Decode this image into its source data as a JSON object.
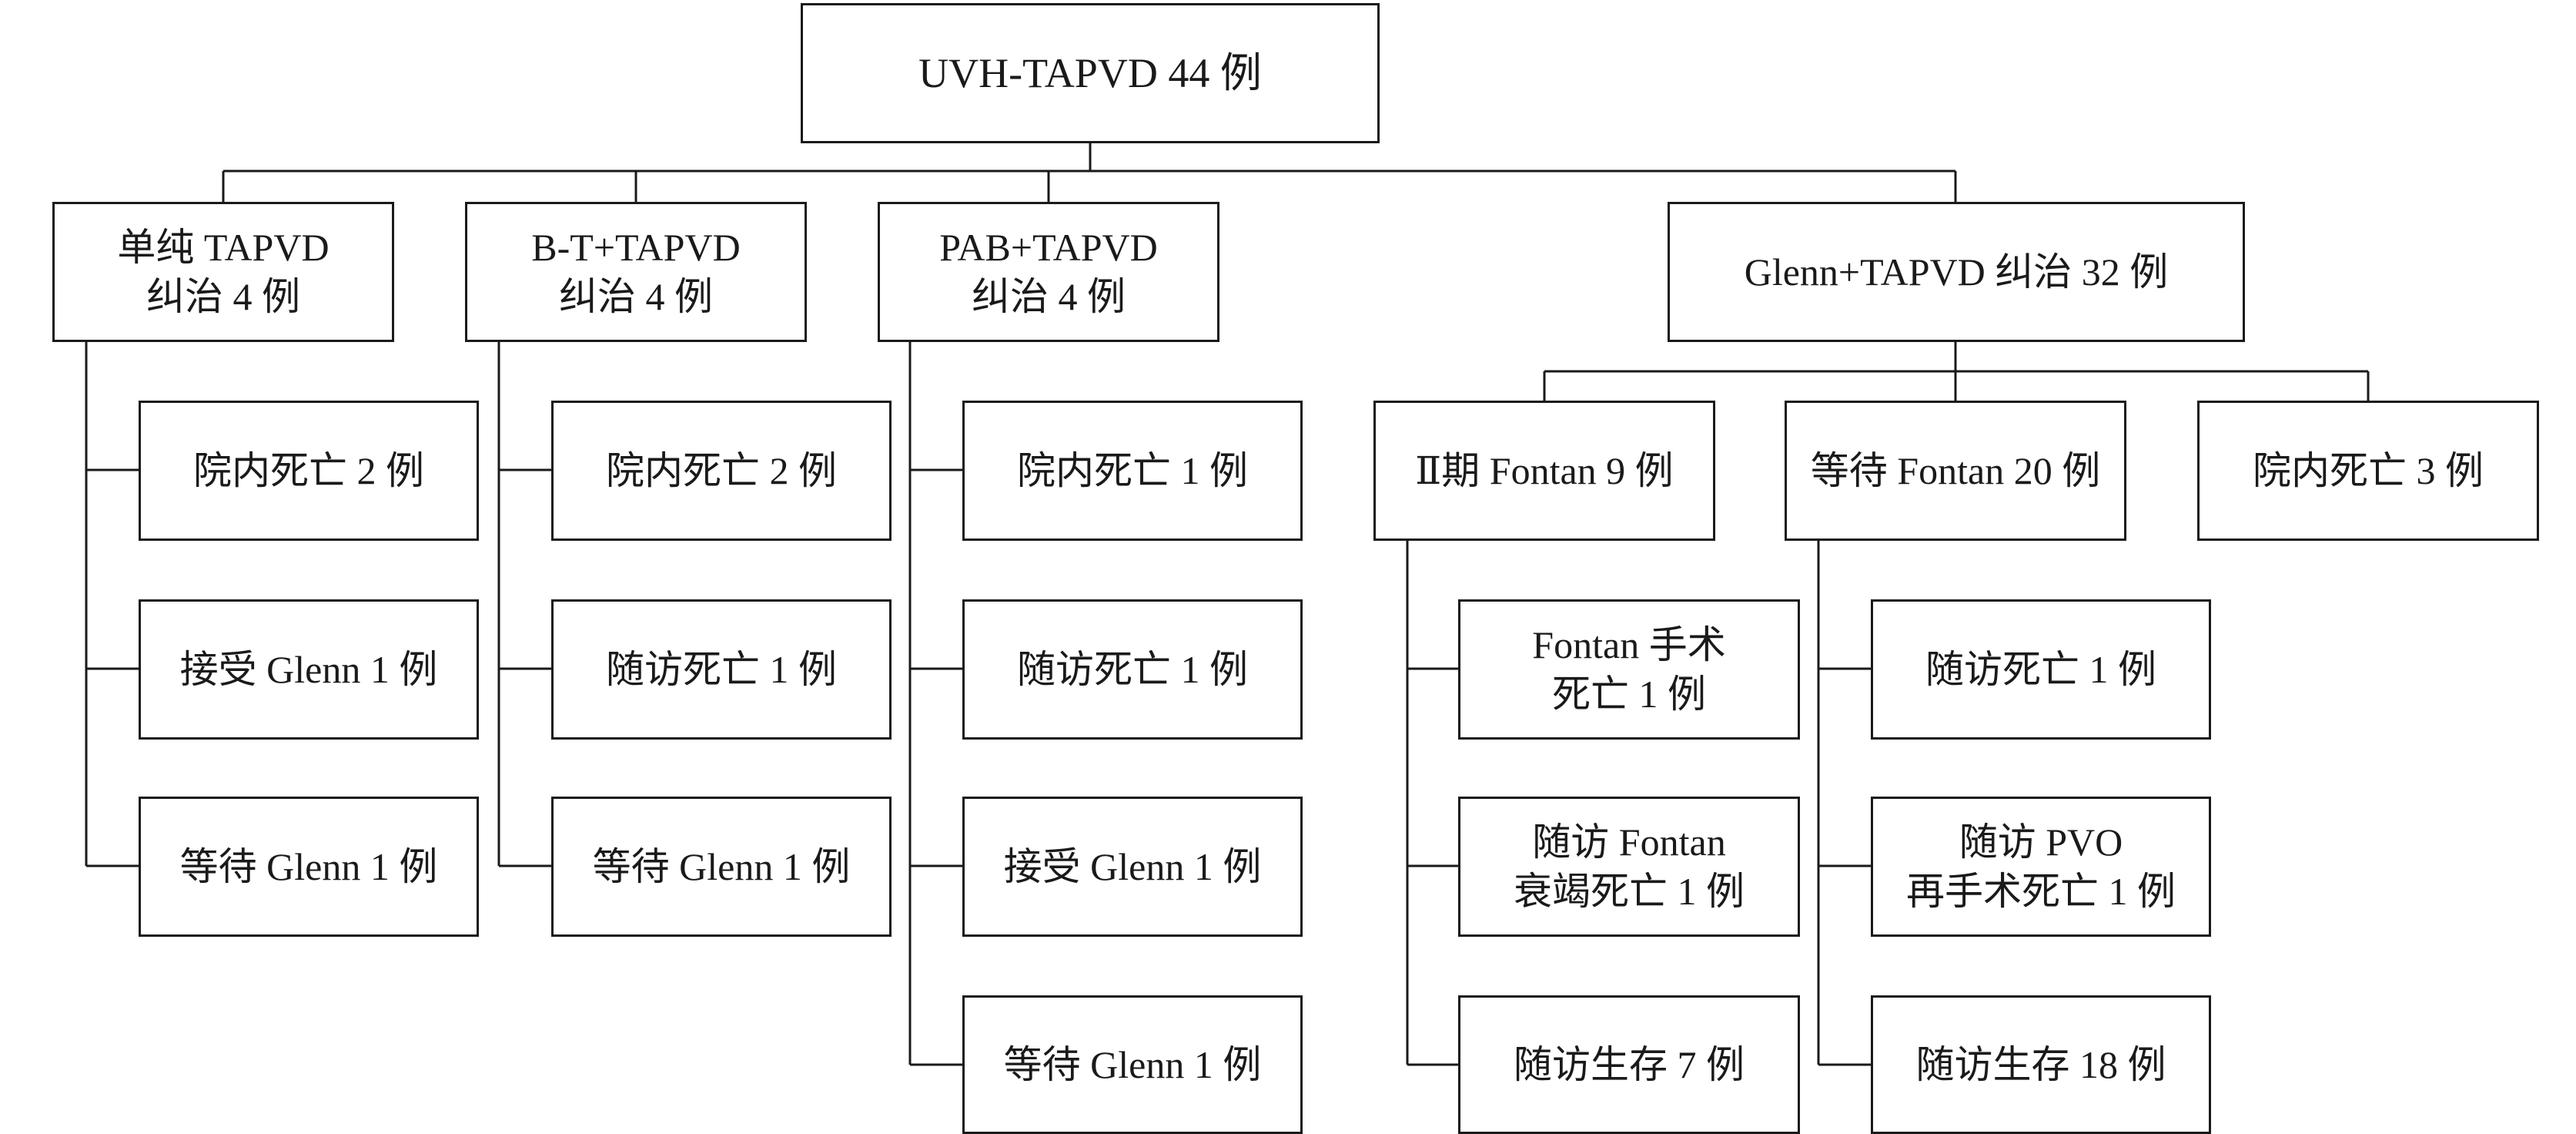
{
  "root": {
    "label": "UVH-TAPVD 44 例"
  },
  "branches": [
    {
      "lines": [
        "单纯 TAPVD",
        "纠治 4 例"
      ],
      "children": [
        {
          "lines": [
            "院内死亡 2 例"
          ]
        },
        {
          "lines": [
            "接受 Glenn 1 例"
          ]
        },
        {
          "lines": [
            "等待 Glenn 1 例"
          ]
        }
      ]
    },
    {
      "lines": [
        "B-T+TAPVD",
        "纠治 4 例"
      ],
      "children": [
        {
          "lines": [
            "院内死亡 2 例"
          ]
        },
        {
          "lines": [
            "随访死亡 1 例"
          ]
        },
        {
          "lines": [
            "等待 Glenn 1 例"
          ]
        }
      ]
    },
    {
      "lines": [
        "PAB+TAPVD",
        "纠治 4 例"
      ],
      "children": [
        {
          "lines": [
            "院内死亡 1 例"
          ]
        },
        {
          "lines": [
            "随访死亡 1 例"
          ]
        },
        {
          "lines": [
            "接受 Glenn 1 例"
          ]
        },
        {
          "lines": [
            "等待 Glenn 1 例"
          ]
        }
      ]
    },
    {
      "lines": [
        "Glenn+TAPVD 纠治 32 例"
      ],
      "children": [
        {
          "lines": [
            "Ⅱ期 Fontan 9 例"
          ],
          "children": [
            {
              "lines": [
                "Fontan 手术",
                "死亡 1 例"
              ]
            },
            {
              "lines": [
                "随访 Fontan",
                "衰竭死亡 1 例"
              ]
            },
            {
              "lines": [
                "随访生存 7 例"
              ]
            }
          ]
        },
        {
          "lines": [
            "等待 Fontan 20 例"
          ],
          "children": [
            {
              "lines": [
                "随访死亡 1 例"
              ]
            },
            {
              "lines": [
                "随访 PVO",
                "再手术死亡 1 例"
              ]
            },
            {
              "lines": [
                "随访生存 18 例"
              ]
            }
          ]
        },
        {
          "lines": [
            "院内死亡 3 例"
          ]
        }
      ]
    }
  ]
}
